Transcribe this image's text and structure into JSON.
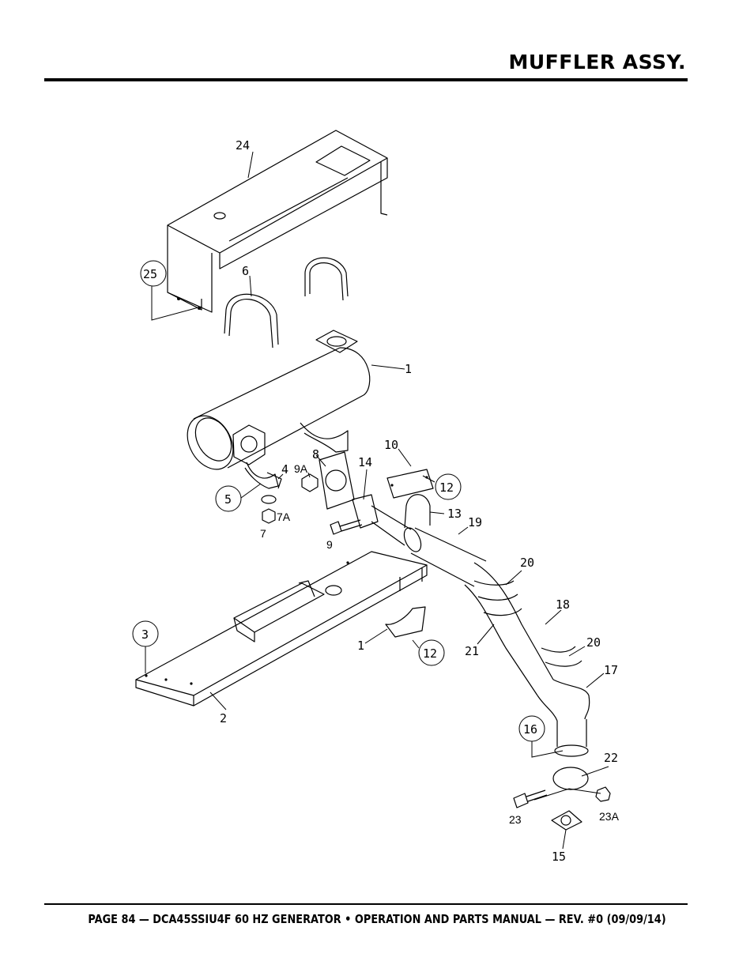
{
  "header": {
    "title": "MUFFLER ASSY."
  },
  "footer": {
    "text": "PAGE 84 — DCA45SSIU4F 60 HZ GENERATOR • OPERATION AND PARTS MANUAL — REV. #0 (09/09/14)"
  },
  "callouts": {
    "c24": "24",
    "c25": "25",
    "c6": "6",
    "c1a": "1",
    "c10": "10",
    "c12a": "12",
    "c4": "4",
    "c5": "5",
    "c8": "8",
    "c9A": "9A",
    "c14": "14",
    "c7A": "7A",
    "c7": "7",
    "c9": "9",
    "c13": "13",
    "c19": "19",
    "c20a": "20",
    "c18": "18",
    "c3": "3",
    "c1b": "1",
    "c12b": "12",
    "c21": "21",
    "c20b": "20",
    "c17": "17",
    "c2": "2",
    "c16": "16",
    "c22": "22",
    "c23": "23",
    "c23A": "23A",
    "c15": "15"
  }
}
